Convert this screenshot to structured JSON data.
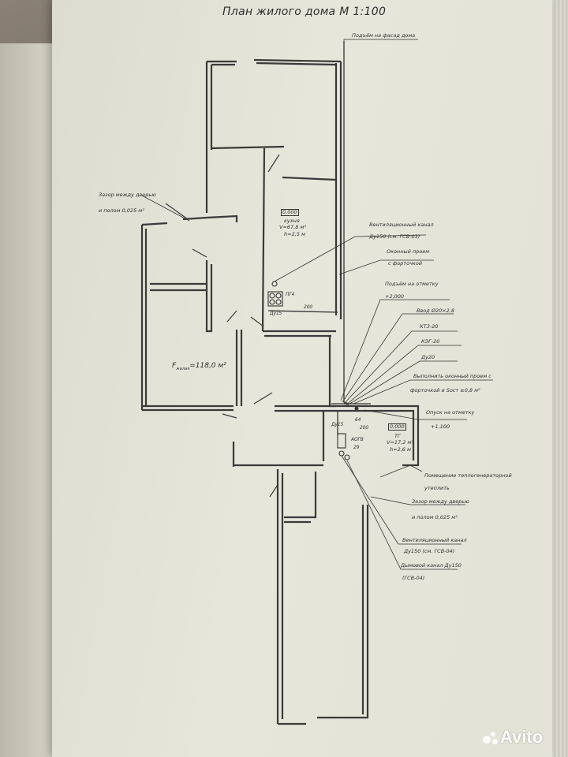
{
  "document": {
    "title": "План жилого дома  М 1:100",
    "area_label_prefix": "F",
    "area_label_sub": "жилая",
    "area_label_value": "=118,0 м²"
  },
  "kitchen": {
    "id": "0,000",
    "name": "кухня",
    "volume": "V=67,8 м³",
    "height": "h=2,5 м",
    "equipment_label": "ПГ4",
    "pipe_label": "Ду15",
    "dimension": "200"
  },
  "boiler_room": {
    "id": "0,000",
    "name": "ТГ",
    "volume": "V=17,2 м³",
    "height": "h=2,6 м",
    "pipe_label": "Ду15",
    "dim_64": "64",
    "dim_200": "200",
    "boiler_label": "АОГВ",
    "boiler_power": "29"
  },
  "annotations": [
    {
      "key": "facade",
      "lines": [
        "Подъём на фасад дома"
      ]
    },
    {
      "key": "gap_left",
      "lines": [
        "Зазор между дверью",
        "и полом 0,025 м²"
      ]
    },
    {
      "key": "vent_kitchen",
      "lines": [
        "Вентиляционный канал",
        "Ду150 (см. ГСВ-03)"
      ]
    },
    {
      "key": "window_kitchen",
      "lines": [
        "Оконный проем",
        "с форточкой"
      ]
    },
    {
      "key": "rise_mark",
      "lines": [
        "Подъём на отметку",
        "+2,000"
      ]
    },
    {
      "key": "input",
      "lines": [
        "Ввод Ø20×2,8"
      ]
    },
    {
      "key": "ktz",
      "lines": [
        "КТЗ-20"
      ]
    },
    {
      "key": "keg",
      "lines": [
        "КЭГ-20"
      ]
    },
    {
      "key": "du20",
      "lines": [
        "Ду20"
      ]
    },
    {
      "key": "window_boiler",
      "lines": [
        "Выполнить оконный проем с",
        "форточкой и Sост ≥0,8 м²"
      ]
    },
    {
      "key": "descent",
      "lines": [
        "Опуск на отметку",
        "+1,100"
      ]
    },
    {
      "key": "insulate",
      "lines": [
        "Помещение теплогенераторной",
        "утеплить"
      ]
    },
    {
      "key": "gap_right",
      "lines": [
        "Зазор между дверью",
        "и полом 0,025 м²"
      ]
    },
    {
      "key": "vent_boiler",
      "lines": [
        "Вентиляционный канал",
        "Ду150 (см. ГСВ-04)"
      ]
    },
    {
      "key": "flue",
      "lines": [
        "Дымовой канал Ду150",
        "(ГСВ-04)"
      ]
    }
  ],
  "watermark": {
    "text": "Avito",
    "icon": "avito-dots-icon"
  },
  "colors": {
    "paper": "#e4e4d8",
    "ink": "#2e2e2e",
    "wall": "#3a3a3a"
  }
}
